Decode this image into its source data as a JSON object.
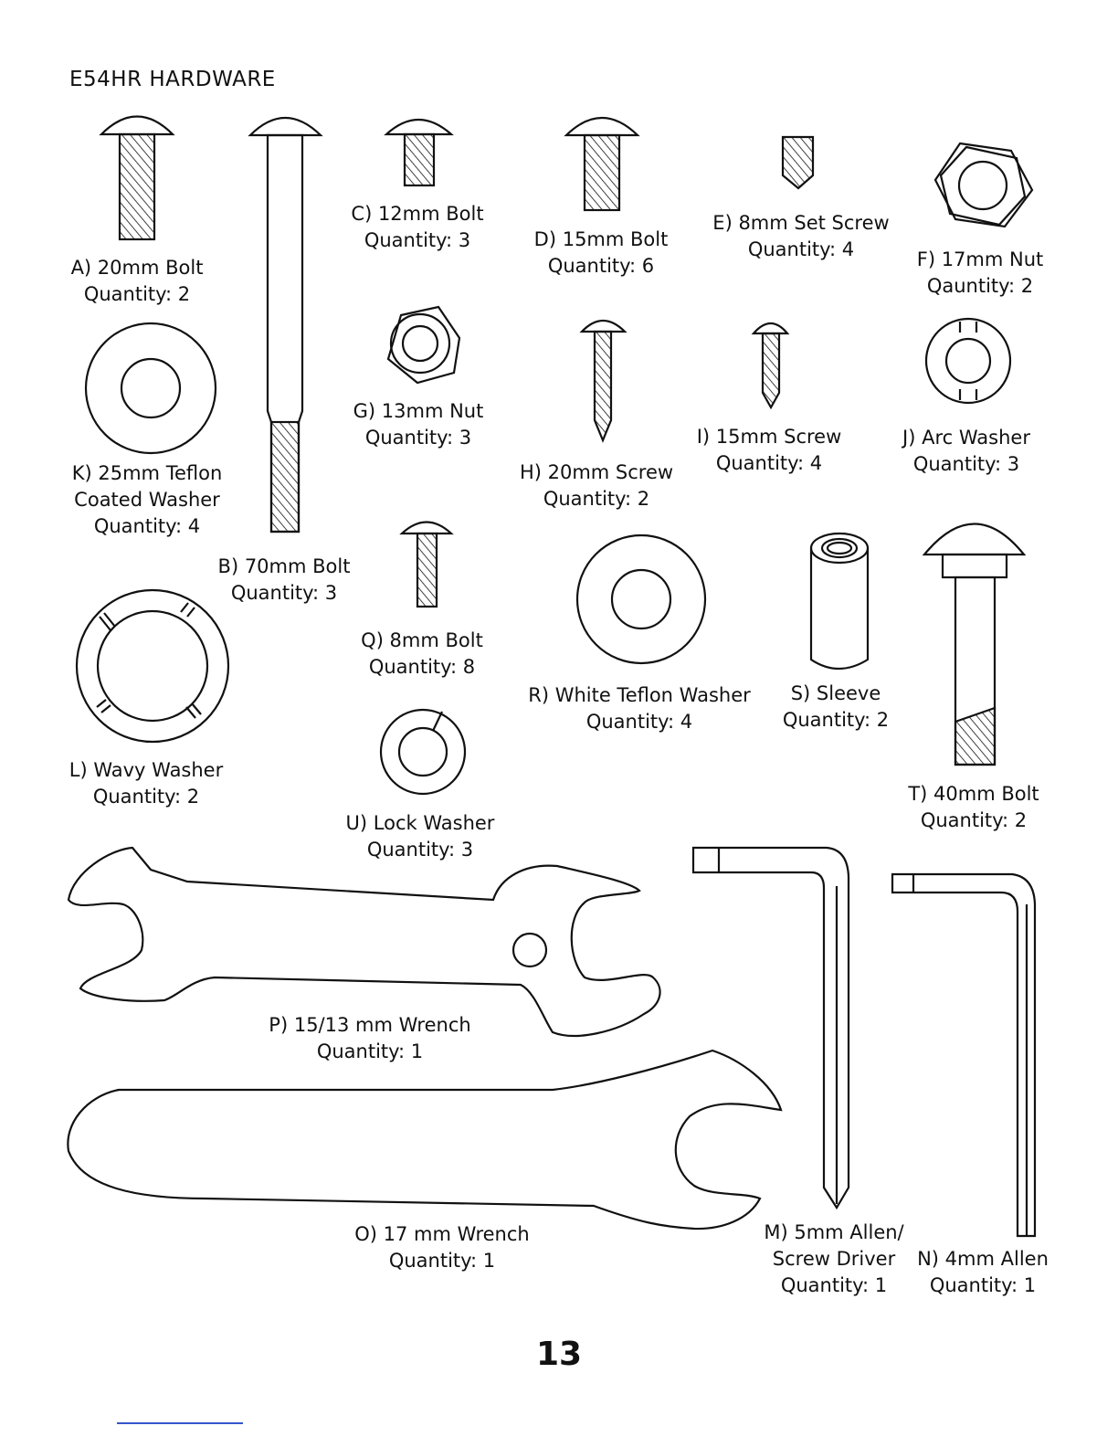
{
  "page": {
    "title": "E54HR HARDWARE",
    "page_number": "13"
  },
  "parts": {
    "A": {
      "line1": "A) 20mm Bolt",
      "line2": "Quantity: 2"
    },
    "B": {
      "line1": "B) 70mm Bolt",
      "line2": "Quantity: 3"
    },
    "C": {
      "line1": "C) 12mm Bolt",
      "line2": "Quantity: 3"
    },
    "D": {
      "line1": "D) 15mm Bolt",
      "line2": "Quantity: 6"
    },
    "E": {
      "line1": "E) 8mm Set Screw",
      "line2": "Quantity: 4"
    },
    "F": {
      "line1": "F) 17mm Nut",
      "line2": "Qauntity: 2"
    },
    "G": {
      "line1": "G) 13mm Nut",
      "line2": "Quantity: 3"
    },
    "H": {
      "line1": "H) 20mm Screw",
      "line2": "Quantity: 2"
    },
    "I": {
      "line1": "I) 15mm Screw",
      "line2": "Quantity: 4"
    },
    "J": {
      "line1": "J) Arc Washer",
      "line2": "Quantity: 3"
    },
    "K": {
      "line1": "K) 25mm Teflon",
      "line2": "Coated Washer",
      "line3": "Quantity: 4"
    },
    "L": {
      "line1": "L) Wavy Washer",
      "line2": "Quantity: 2"
    },
    "M": {
      "line1": "M) 5mm Allen/",
      "line2": "Screw Driver",
      "line3": "Quantity: 1"
    },
    "N": {
      "line1": "N) 4mm Allen",
      "line2": "Quantity: 1"
    },
    "O": {
      "line1": "O) 17 mm Wrench",
      "line2": "Quantity: 1"
    },
    "P": {
      "line1": "P) 15/13 mm Wrench",
      "line2": "Quantity: 1"
    },
    "Q": {
      "line1": "Q) 8mm Bolt",
      "line2": "Quantity: 8"
    },
    "R": {
      "line1": "R) White Teflon Washer",
      "line2": "Quantity: 4"
    },
    "S": {
      "line1": "S) Sleeve",
      "line2": "Quantity: 2"
    },
    "T": {
      "line1": "T) 40mm Bolt",
      "line2": "Quantity: 2"
    },
    "U": {
      "line1": "U) Lock Washer",
      "line2": "Quantity: 3"
    }
  },
  "icons": [
    "bolt-icon",
    "nut-icon",
    "screw-icon",
    "washer-icon",
    "sleeve-icon",
    "allen-key-icon",
    "wrench-icon"
  ],
  "colors": {
    "ink": "#111111",
    "page": "#ffffff"
  }
}
